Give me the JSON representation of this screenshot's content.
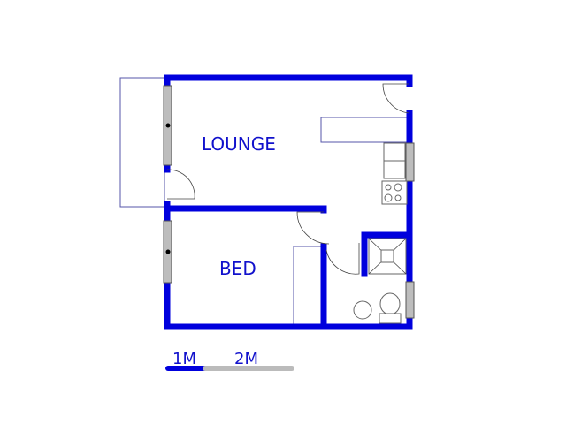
{
  "rooms": {
    "lounge": "LOUNGE",
    "bed": "BED"
  },
  "scale_bar": {
    "label_1": "1M",
    "label_2": "2M"
  },
  "colors": {
    "wall": "#0000dd",
    "label": "#1111cc",
    "scale_grey": "#bbbbbb"
  }
}
